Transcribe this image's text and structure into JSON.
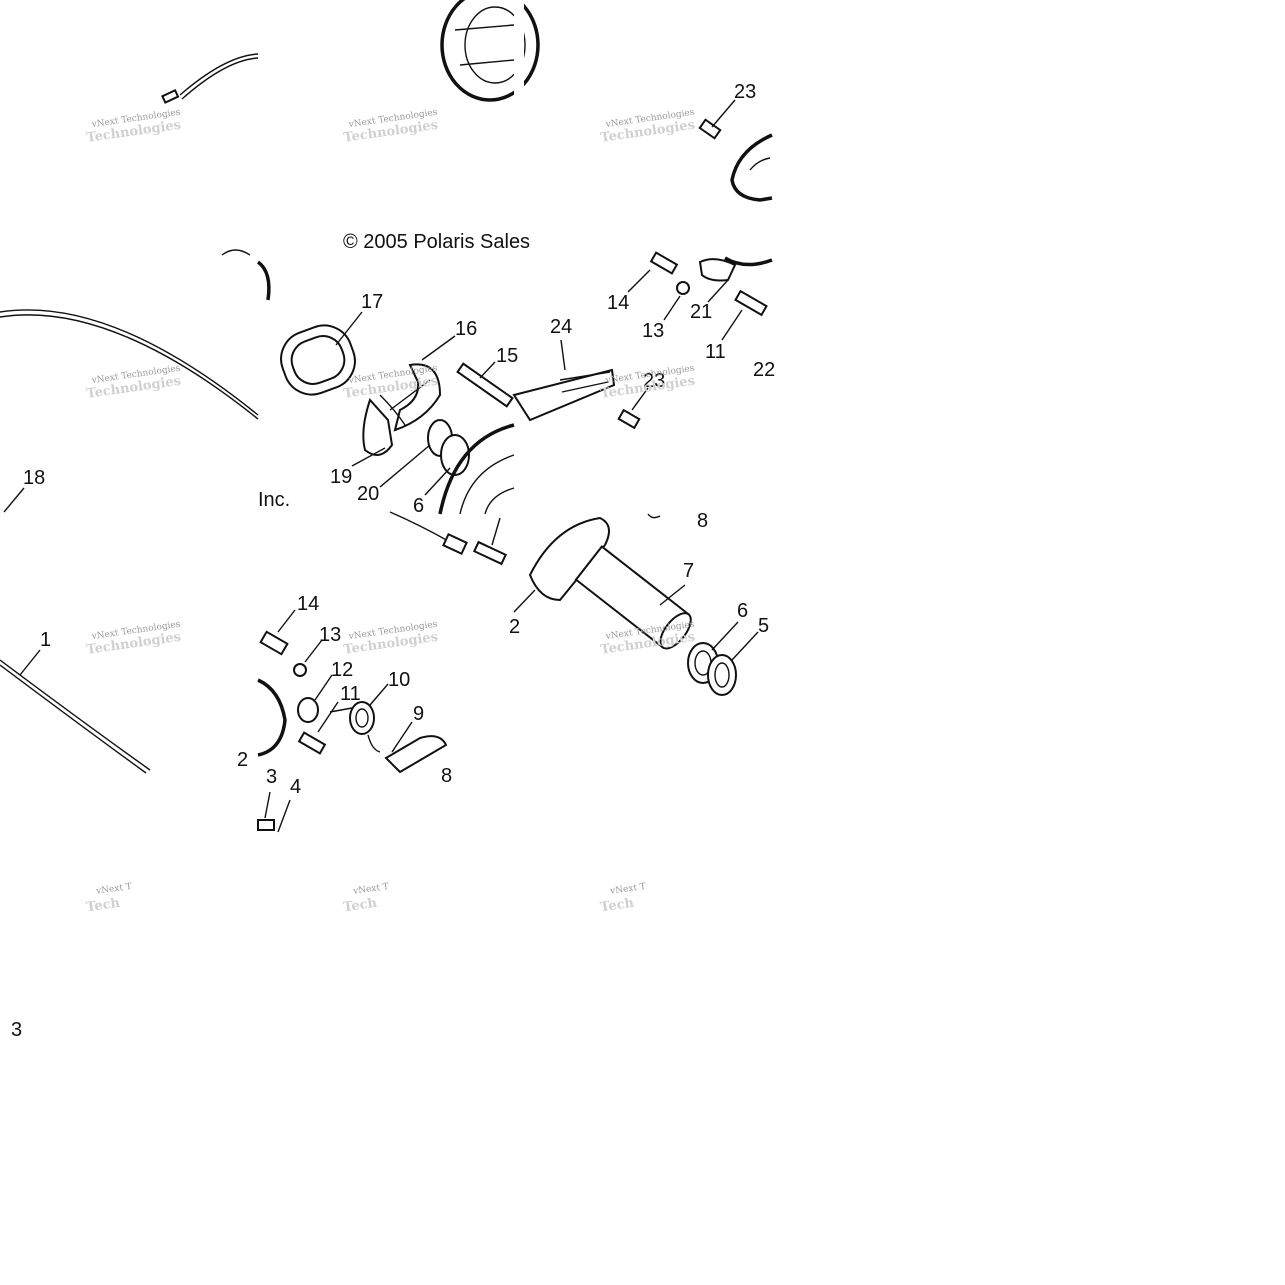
{
  "copyright": {
    "line1": "© 2005 Polaris Sales",
    "line2": "Inc."
  },
  "watermark": {
    "text": "vNext Technologies",
    "partial": "vNext T"
  },
  "callouts": [
    "23",
    "17",
    "16",
    "15",
    "24",
    "14",
    "13",
    "21",
    "11",
    "22",
    "23",
    "18",
    "19",
    "20",
    "6",
    "8",
    "7",
    "6",
    "5",
    "1",
    "14",
    "13",
    "12",
    "11",
    "10",
    "9",
    "2",
    "3",
    "4",
    "2",
    "8",
    "3"
  ]
}
